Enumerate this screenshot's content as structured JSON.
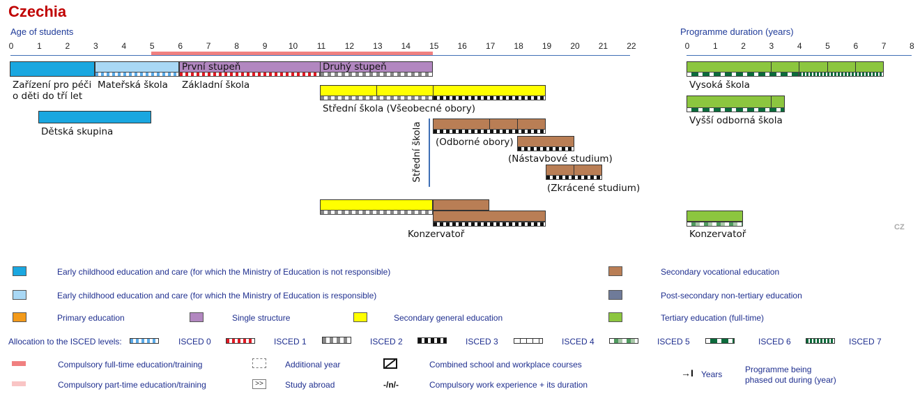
{
  "title": "Czechia",
  "age_axis": {
    "label": "Age of students",
    "ticks": [
      "0",
      "1",
      "2",
      "3",
      "4",
      "5",
      "6",
      "7",
      "8",
      "9",
      "10",
      "11",
      "12",
      "13",
      "14",
      "15",
      "16",
      "17",
      "18",
      "19",
      "20",
      "21",
      "22"
    ]
  },
  "duration_axis": {
    "label": "Programme duration (years)",
    "ticks": [
      "0",
      "1",
      "2",
      "3",
      "4",
      "5",
      "6",
      "7",
      "8"
    ]
  },
  "programmes": {
    "zarizeni_line1": "Zařízení pro péči",
    "zarizeni_line2": "o děti do tří let",
    "materska": "Mateřská škola",
    "zakladni": "Základní škola",
    "prvni": "První stupeň",
    "druhy": "Druhý stupeň",
    "detska": "Dětská skupina",
    "stredni_vseob": "Střední škola (Všeobecné obory)",
    "stredni_vertical": "Střední škola",
    "odborne": "(Odborné obory)",
    "nastavbove": "(Nástavbové studium)",
    "zkracene": "(Zkrácené studium)",
    "konzervator": "Konzervatoř",
    "vysoka": "Vysoká škola",
    "vyssi": "Vyšší odborná škola",
    "konzervator_tertiary": "Konzervatoř",
    "country_code": "CZ"
  },
  "legend": {
    "ecec_not": "Early childhood education and care (for which the Ministry of Education is not responsible)",
    "ecec_yes": "Early childhood education and care (for which the Ministry of Education is responsible)",
    "primary": "Primary education",
    "single": "Single structure",
    "sec_general": "Secondary general education",
    "sec_voc": "Secondary vocational education",
    "post_sec": "Post-secondary non-tertiary education",
    "tertiary": "Tertiary education (full-time)",
    "allocation": "Allocation to the ISCED levels:",
    "isced0": "ISCED 0",
    "isced1": "ISCED 1",
    "isced2": "ISCED 2",
    "isced3": "ISCED 3",
    "isced4": "ISCED 4",
    "isced5": "ISCED 5",
    "isced6": "ISCED 6",
    "isced7": "ISCED 7",
    "comp_full": "Compulsory full-time education/training",
    "comp_part": "Compulsory part-time education/training",
    "additional_year": "Additional year",
    "study_abroad": "Study abroad",
    "study_abroad_symbol": ">>",
    "combined": "Combined school and workplace courses",
    "work_exp": "Compulsory work experience + its duration",
    "work_exp_symbol": "-/n/-",
    "years_symbol": "→I",
    "years": "Years",
    "phased_line1": "Programme being",
    "phased_line2": "phased out during (year)"
  },
  "colors": {
    "ecec_not": "#1aa7e0",
    "ecec_yes": "#a9d8f5",
    "primary": "#f39a1a",
    "single": "#b287c0",
    "sec_general": "#ffff00",
    "sec_voc": "#b97e55",
    "post_sec": "#6f7b99",
    "tertiary": "#8cc63f",
    "compulsory_full": "#f08080",
    "compulsory_part": "#f9c5c5",
    "axis": "#3f6fb5",
    "title": "#c00000"
  }
}
